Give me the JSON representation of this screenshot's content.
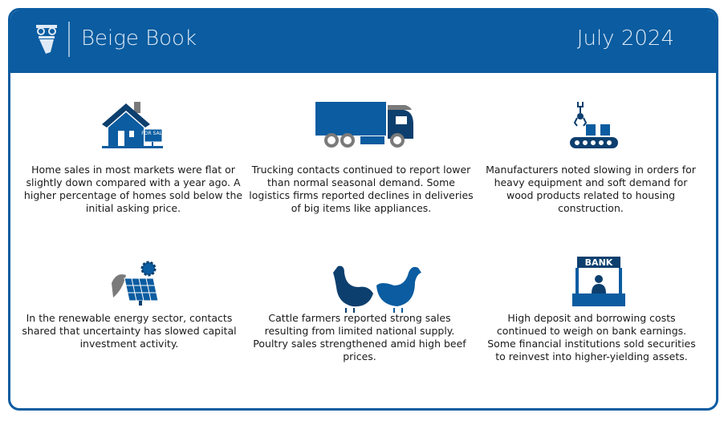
{
  "header": {
    "title": "Beige Book",
    "date": "July 2024"
  },
  "colors": {
    "brand": "#0b5ca0",
    "dark": "#0d3f6e",
    "gray": "#7a7a7a"
  },
  "items": [
    {
      "icon": "house-for-sale-icon",
      "sign": "FOR SALE",
      "text": "Home sales in most markets were flat or slightly down compared with a year ago. A higher percentage of homes sold below the initial asking price."
    },
    {
      "icon": "truck-icon",
      "text": "Trucking contacts continued to report lower than normal seasonal demand. Some logistics firms reported declines in deliveries of big items like appliances."
    },
    {
      "icon": "conveyor-robot-icon",
      "text": "Manufacturers noted slowing in orders for heavy equipment and soft demand for wood products related to housing construction."
    },
    {
      "icon": "solar-panel-icon",
      "text": "In the renewable energy sector, contacts shared that uncertainty has slowed capital investment activity."
    },
    {
      "icon": "chicken-icon",
      "text": "Cattle farmers reported strong sales resulting from limited national supply. Poultry sales strengthened amid high beef prices."
    },
    {
      "icon": "bank-teller-icon",
      "sign": "BANK",
      "text": "High deposit and borrowing costs continued to weigh on bank earnings. Some financial institutions sold securities to reinvest into higher-yielding assets."
    }
  ]
}
